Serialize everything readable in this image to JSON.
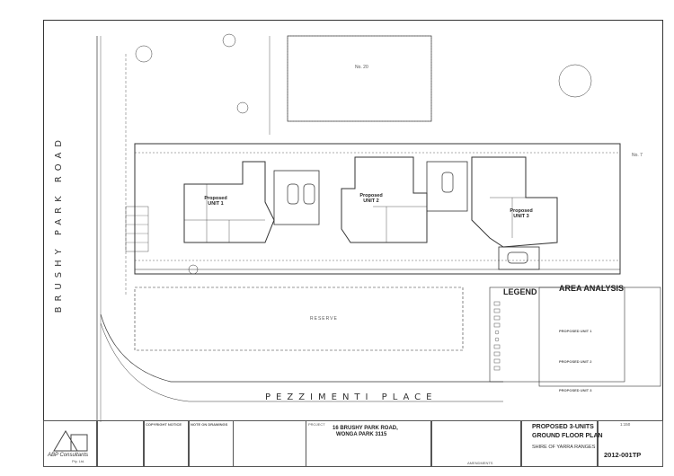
{
  "roads": {
    "left": "BRUSHY PARK ROAD",
    "bottom": "PEZZIMENTI PLACE"
  },
  "units": [
    {
      "label": "Proposed UNIT 1"
    },
    {
      "label": "Proposed UNIT 2"
    },
    {
      "label": "Proposed UNIT 3"
    }
  ],
  "neighbours": {
    "north": "No. 20",
    "east": "No. 7"
  },
  "reserve_label": "RESERVE",
  "legend": {
    "title": "LEGEND"
  },
  "area_analysis": {
    "title": "AREA ANALYSIS",
    "sections": [
      "PROPOSED UNIT 1",
      "PROPOSED UNIT 2",
      "PROPOSED UNIT 3"
    ]
  },
  "title_block": {
    "company_name": "ABP Consultants",
    "company_suffix": "Pty. Ltd.",
    "copyright_heading": "COPYRIGHT NOTICE",
    "note_heading": "NOTE ON DRAWINGS",
    "project_heading": "PROJECT",
    "project_address_line1": "16 BRUSHY PARK ROAD,",
    "project_address_line2": "WONGA PARK 3115",
    "drawing_title_line1": "PROPOSED 3-UNITS",
    "drawing_title_line2": "GROUND FLOOR PLAN",
    "council": "SHIRE OF YARRA RANGES",
    "scale_value": "1:150",
    "drawing_number": "2012-001TP",
    "amendments_label": "AMENDMENTS"
  },
  "colors": {
    "line": "#333333",
    "light_line": "#888888",
    "paper": "#ffffff"
  }
}
